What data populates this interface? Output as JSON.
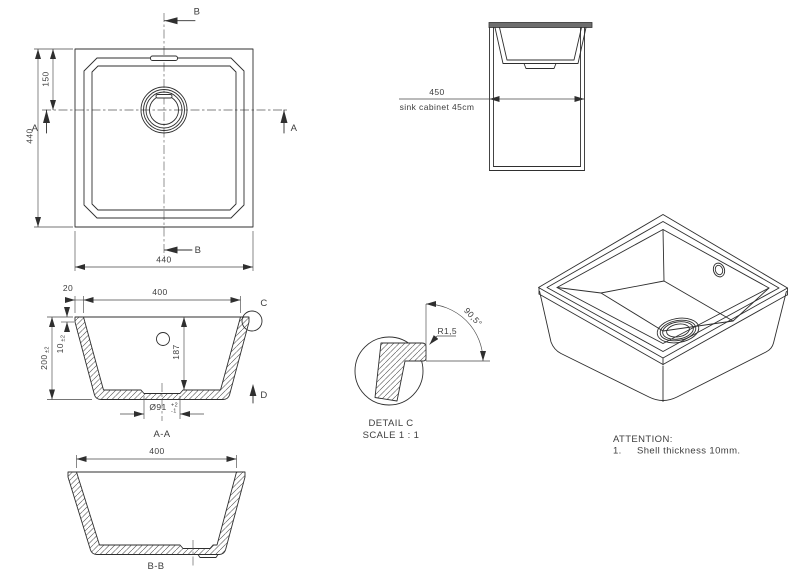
{
  "colors": {
    "line": "#2f2f2f",
    "text": "#3d3d3d",
    "centerline": "#5a5a5a",
    "cabinet_top_fill": "#6e6e6e",
    "background": "#ffffff"
  },
  "top_view": {
    "dim_width": "440",
    "dim_height": "440",
    "dim_drain_offset": "150",
    "marker_a": "A",
    "marker_b": "B"
  },
  "cabinet_view": {
    "dim_width": "450",
    "caption": "sink cabinet 45cm"
  },
  "section_aa": {
    "label": "A-A",
    "dim_opening": "400",
    "dim_rim": "20",
    "dim_height": "200",
    "dim_height_tol": "±2",
    "dim_shell": "10",
    "dim_shell_tol": "±2",
    "dim_depth": "187",
    "dim_drain": "Ø91",
    "dim_drain_tol_plus": "+2",
    "dim_drain_tol_minus": "-1",
    "detail_marker": "C",
    "direction_marker": "D"
  },
  "detail_c": {
    "radius": "R1,5",
    "angle": "90,5°",
    "title": "DETAIL C",
    "scale": "SCALE 1 : 1"
  },
  "section_bb": {
    "label": "B-B",
    "dim_opening": "400"
  },
  "notes": {
    "title": "ATTENTION:",
    "item_number": "1.",
    "item_text": "Shell thickness 10mm."
  }
}
